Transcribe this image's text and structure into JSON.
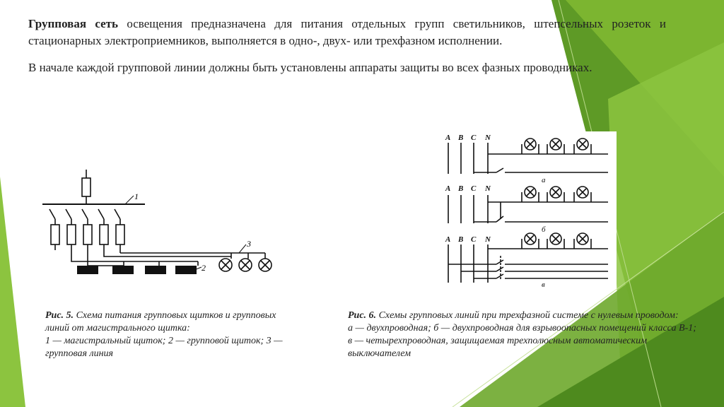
{
  "intro": {
    "bold": "Групповая сеть",
    "text": " освещения предназначена для питания отдельных групп светильников, штепсельных розеток и стационарных электроприемников, выполняется в одно-, двух- или трехфазном исполнении."
  },
  "paragraph2": "В начале каждой групповой линии должны быть установлены аппараты защиты во всех фазных проводниках.",
  "figure5": {
    "labels": {
      "l1": "1",
      "l2": "2",
      "l3": "3"
    },
    "caption": {
      "title": "Рис. 5.",
      "text": " Схема питания групповых щитков и групповых линий от магистрального щитка:",
      "legend": "1 — магистральный щиток; 2 — групповой щиток; 3 — групповая линия"
    }
  },
  "figure6": {
    "buses": [
      "A",
      "B",
      "C",
      "N"
    ],
    "sub": {
      "a": "а",
      "b": "б",
      "c": "в"
    },
    "caption": {
      "title": "Рис. 6.",
      "text": " Схемы групповых линий при трехфазной системе с нулевым проводом:",
      "legend": "а — двухпроводная; б — двухпроводная для взрывоопасных помещений класса В-1; в — четырехпроводная, защищаемая трехполюсным автоматическим выключателем"
    }
  },
  "colors": {
    "green_dark": "#4f8f1f",
    "green_mid": "#7ab52e",
    "green_light": "#a8cf5a"
  }
}
